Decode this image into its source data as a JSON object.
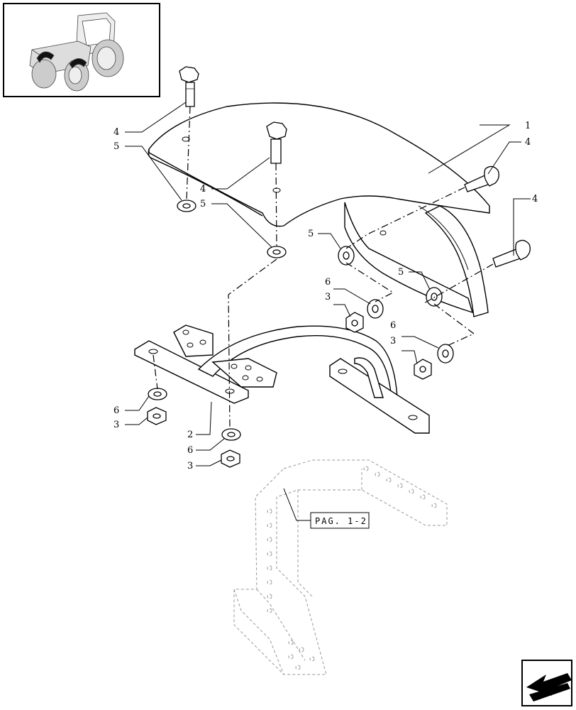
{
  "diagram": {
    "thumbnail": {
      "icon": "tractor-thumbnail-icon"
    },
    "callouts": {
      "c1": "1",
      "c4a": "4",
      "c5a": "5",
      "c4b": "4",
      "c5b": "5",
      "c4c": "4",
      "c4d": "4",
      "c5c": "5",
      "c6a": "6",
      "c3a": "3",
      "c5d": "5",
      "c6b": "6",
      "c3b": "3",
      "c6c": "6",
      "c3c": "3",
      "c2": "2",
      "c6d": "6",
      "c3d": "3"
    },
    "reference": {
      "label": "PAG. 1-2"
    },
    "nav": {
      "icon": "next-page-arrow-icon"
    }
  }
}
